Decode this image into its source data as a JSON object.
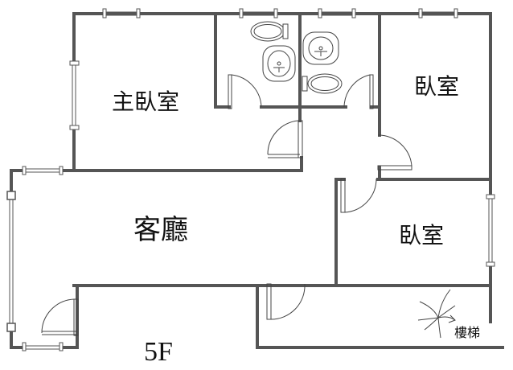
{
  "floorplan": {
    "floor": "5F",
    "rooms": {
      "master_bedroom": "主臥室",
      "bedroom_north": "臥室",
      "bedroom_east": "臥室",
      "living_room": "客廳"
    },
    "stairs_label": "樓梯"
  },
  "colors": {
    "background": "#ffffff",
    "wall": "#555555",
    "line": "#444444",
    "text": "#111111"
  }
}
